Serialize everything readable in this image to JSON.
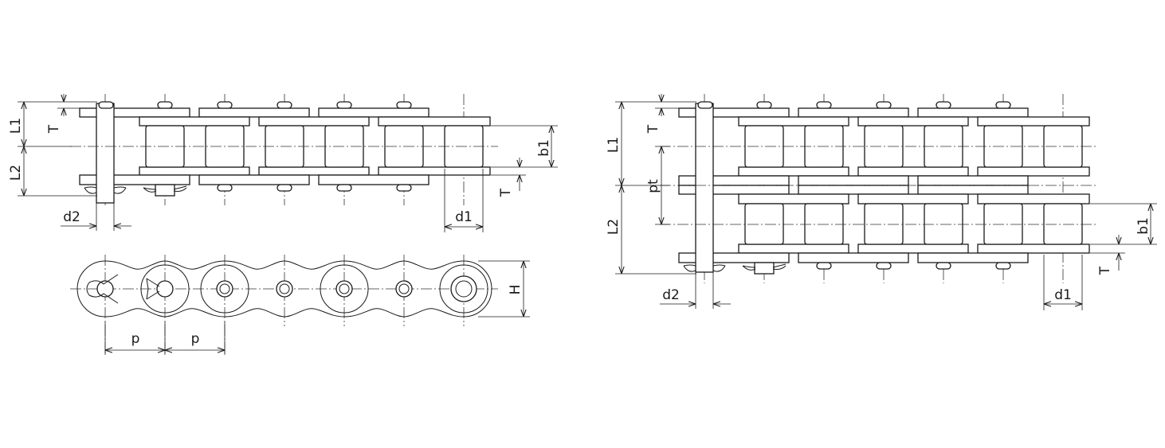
{
  "labels": {
    "l1": "L1",
    "l2": "L2",
    "t": "T",
    "b1": "b1",
    "d1": "d1",
    "d2": "d2",
    "p": "p",
    "h": "H",
    "pt": "pt"
  }
}
